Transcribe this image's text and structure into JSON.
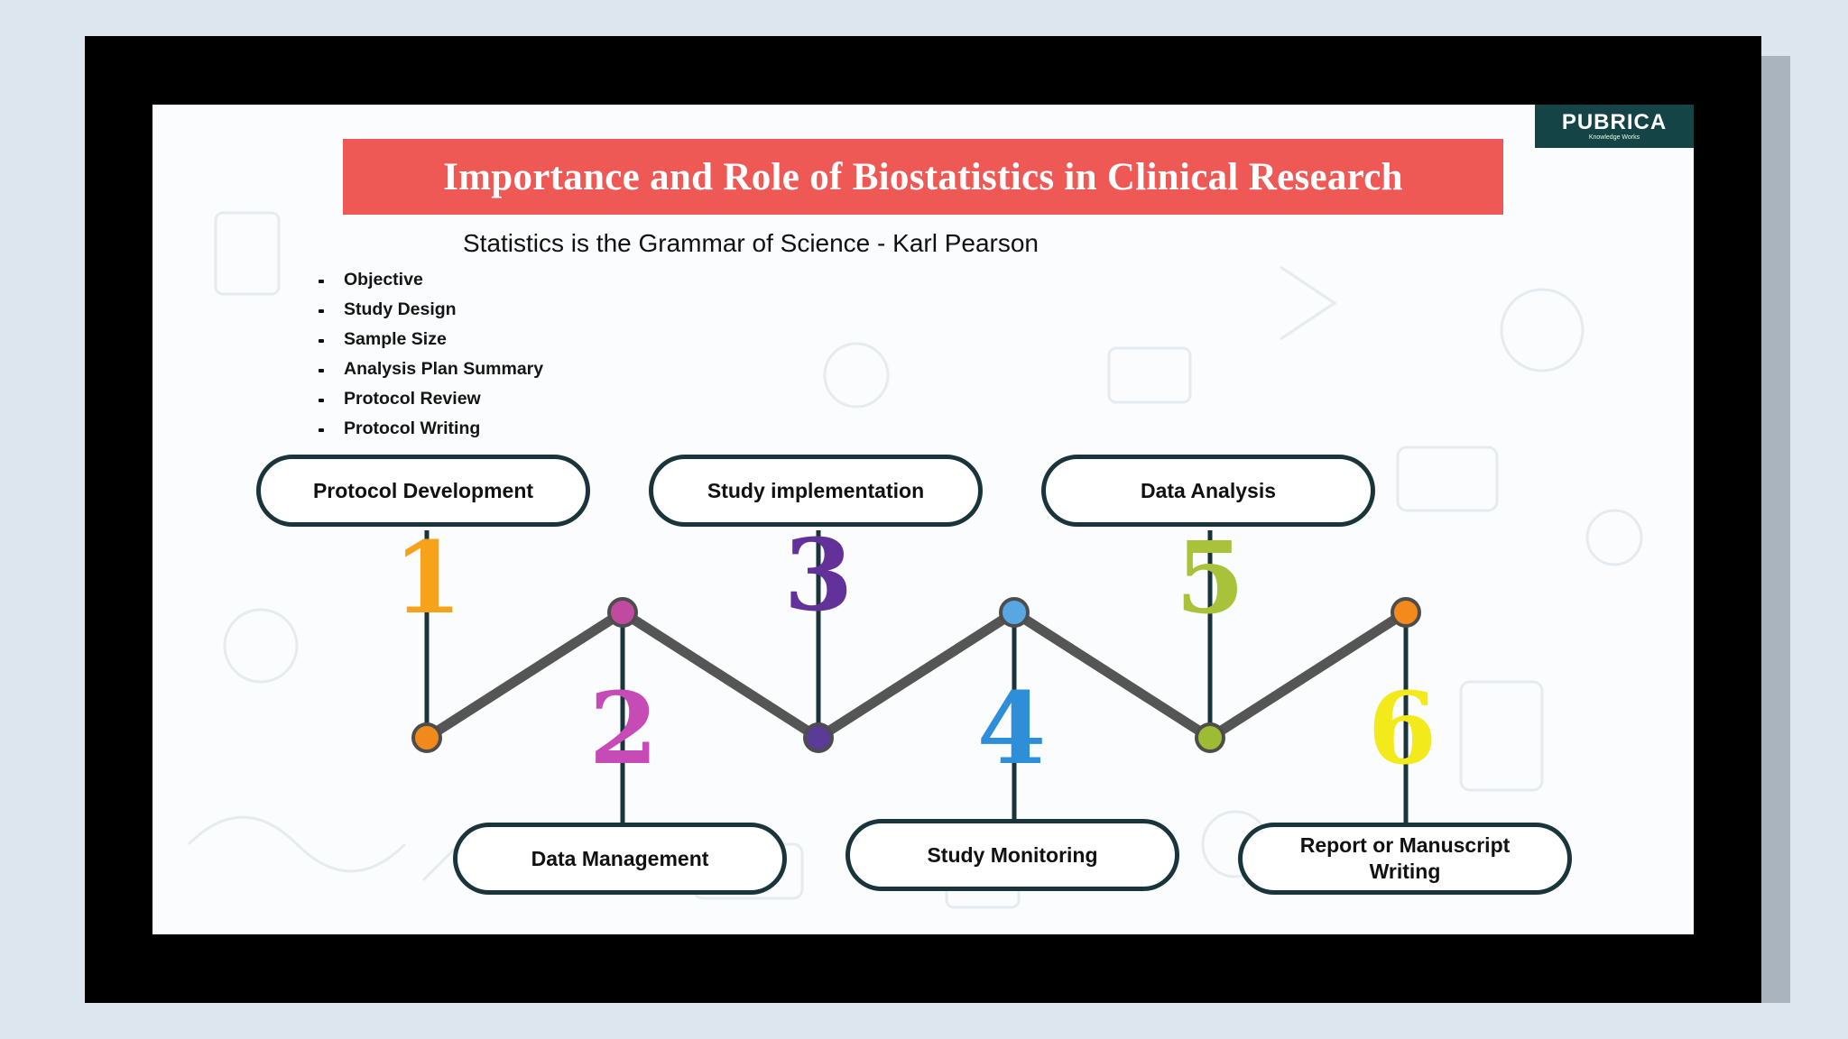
{
  "title": "Importance and Role of Biostatistics in Clinical Research",
  "logo": {
    "name": "PUBRICA",
    "tagline": "Knowledge Works"
  },
  "quote": "Statistics is the Grammar of Science - Karl Pearson",
  "bullets": [
    "Objective",
    "Study Design",
    "Sample Size",
    "Analysis Plan Summary",
    "Protocol Review",
    "Protocol Writing"
  ],
  "steps": [
    {
      "number": "1",
      "label": "Protocol Development",
      "color": "#f7a21b",
      "dot_color": "#f08a1d"
    },
    {
      "number": "2",
      "label": "Data Management",
      "color": "#c64bb6",
      "dot_color": "#c04aa0"
    },
    {
      "number": "3",
      "label": "Study implementation",
      "color": "#62329a",
      "dot_color": "#5a3b96"
    },
    {
      "number": "4",
      "label": "Study Monitoring",
      "color": "#2e8fd8",
      "dot_color": "#58a7e3"
    },
    {
      "number": "5",
      "label": "Data Analysis",
      "color": "#a8c23a",
      "dot_color": "#9dbb33"
    },
    {
      "number": "6",
      "label": "Report or Manuscript\nWriting",
      "color": "#f2ea1a",
      "dot_color": "#f58a1c"
    }
  ],
  "colors": {
    "banner": "#ee5956",
    "pill_border": "#19343b",
    "zigzag": "#555555",
    "logo_bg": "#154447"
  }
}
